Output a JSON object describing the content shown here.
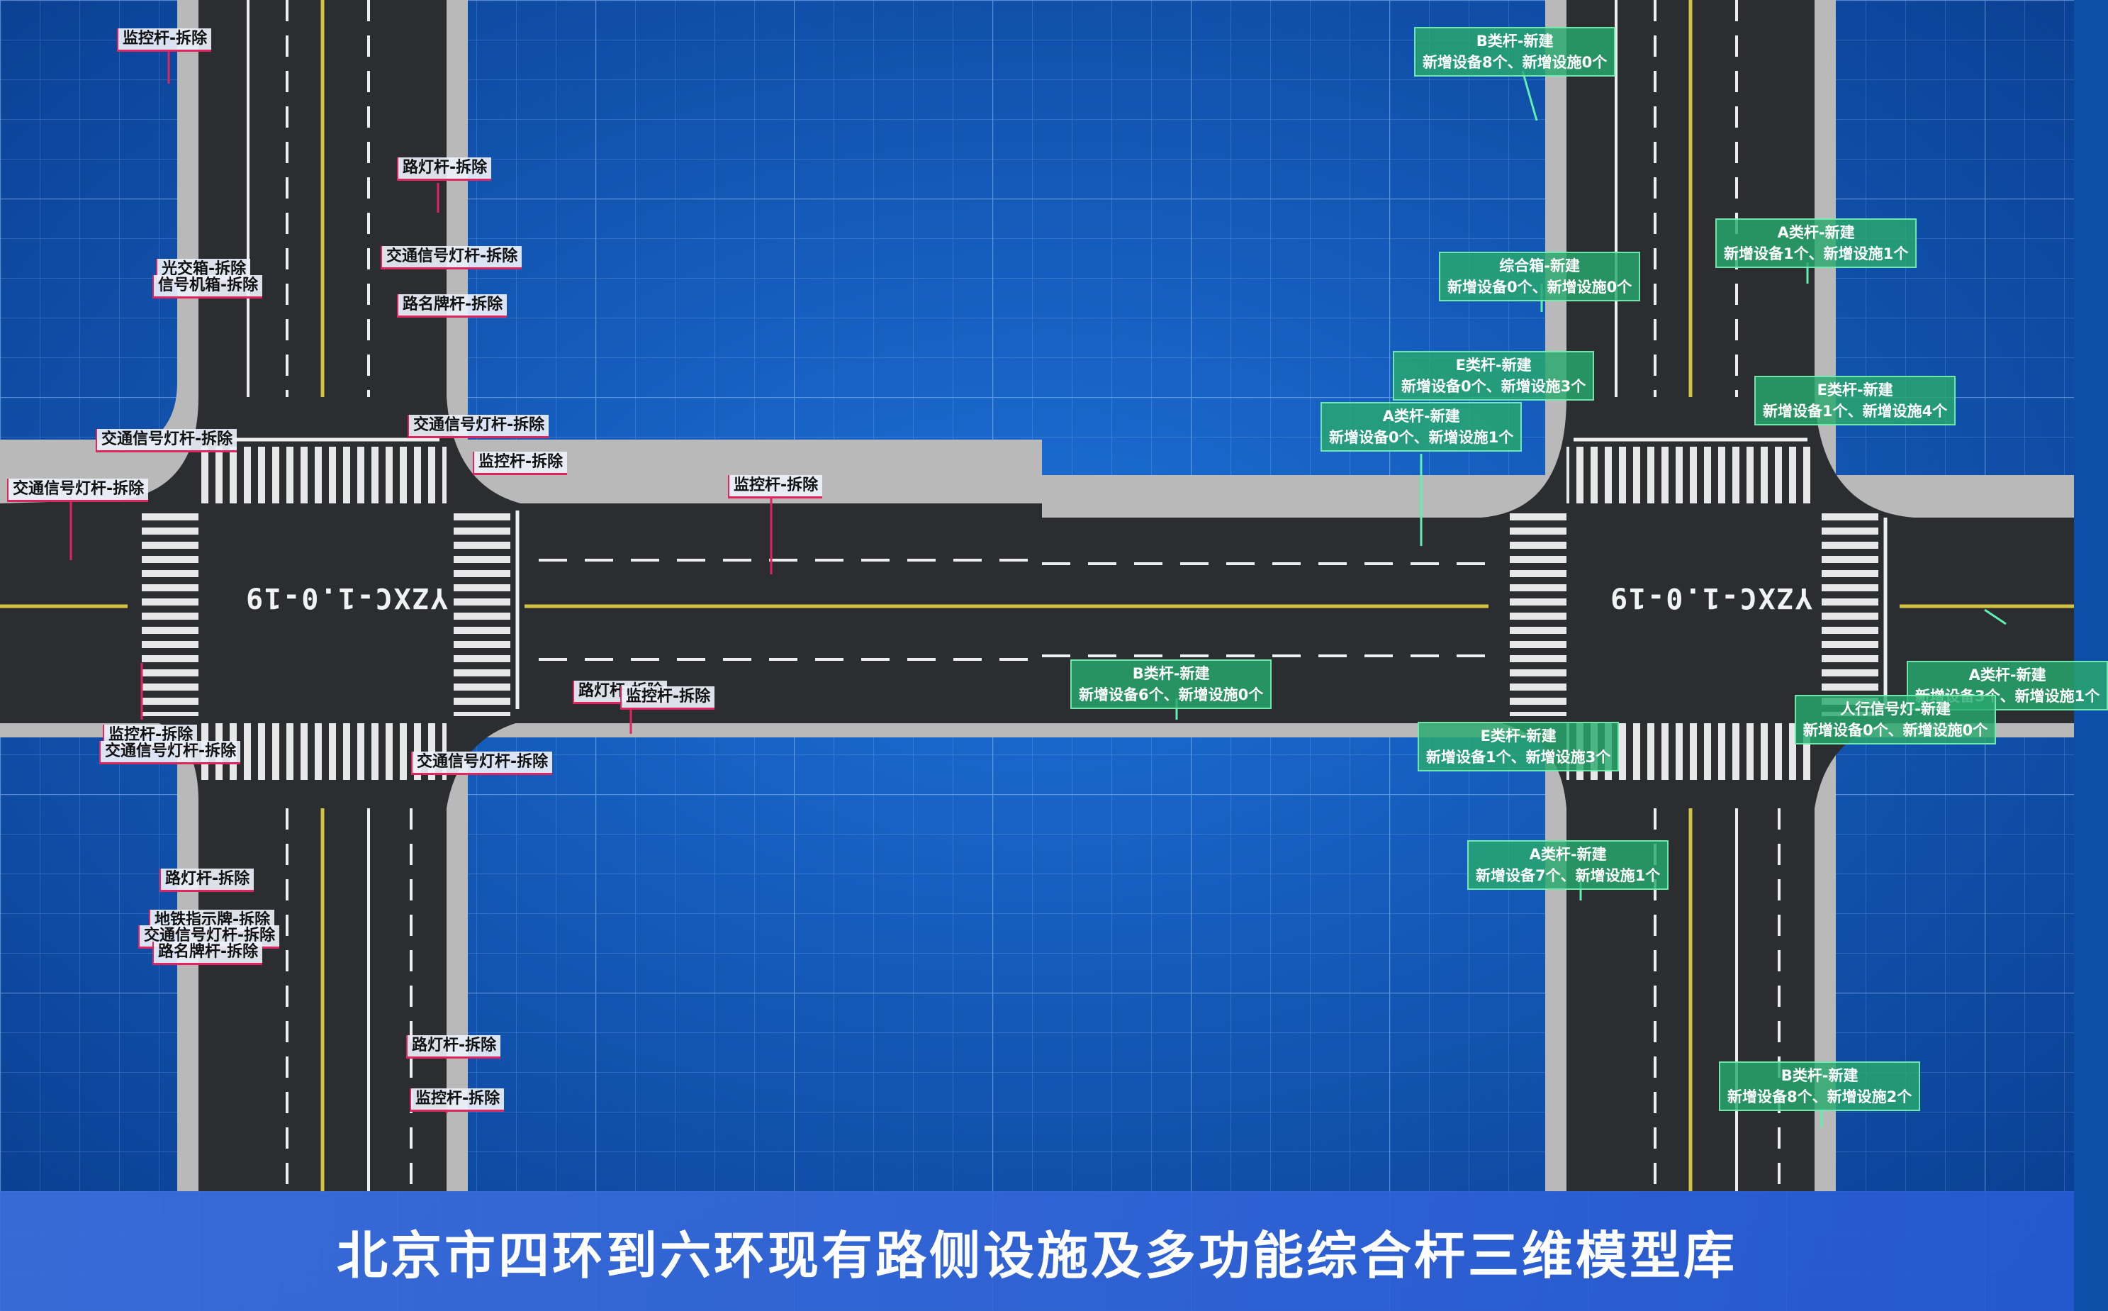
{
  "road_code": "YZXC-1.0-19",
  "banner_title": "北京市四环到六环现有路侧设施及多功能综合杆三维模型库",
  "colors": {
    "background": "#0d4ea8",
    "road": "#2b2d30",
    "sidewalk": "#b9b9b9",
    "remove_accent": "#e0245e",
    "new_label": "#28aa6e"
  },
  "removal_labels": [
    "监控杆-拆除",
    "路灯杆-拆除",
    "交通信号灯杆-拆除",
    "光交箱-拆除",
    "信号机箱-拆除",
    "路名牌杆-拆除",
    "交通信号灯杆-拆除",
    "交通信号灯杆-拆除",
    "监控杆-拆除",
    "交通信号灯杆-拆除",
    "监控杆-拆除",
    "路灯杆-拆除",
    "监控杆-拆除",
    "监控杆-拆除",
    "交通信号灯杆-拆除",
    "交通信号灯杆-拆除",
    "路灯杆-拆除",
    "地铁指示牌-拆除",
    "交通信号灯杆-拆除",
    "路名牌杆-拆除",
    "路灯杆-拆除",
    "监控杆-拆除"
  ],
  "new_labels": [
    {
      "title": "B类杆-新建",
      "detail": "新增设备8个、新增设施0个"
    },
    {
      "title": "A类杆-新建",
      "detail": "新增设备1个、新增设施1个"
    },
    {
      "title": "综合箱-新建",
      "detail": "新增设备0个、新增设施0个"
    },
    {
      "title": "E类杆-新建",
      "detail": "新增设备0个、新增设施3个"
    },
    {
      "title": "E类杆-新建",
      "detail": "新增设备1个、新增设施4个"
    },
    {
      "title": "A类杆-新建",
      "detail": "新增设备0个、新增设施1个"
    },
    {
      "title": "B类杆-新建",
      "detail": "新增设备6个、新增设施0个"
    },
    {
      "title": "A类杆-新建",
      "detail": "新增设备3个、新增设施1个"
    },
    {
      "title": "人行信号灯-新建",
      "detail": "新增设备0个、新增设施0个"
    },
    {
      "title": "E类杆-新建",
      "detail": "新增设备1个、新增设施3个"
    },
    {
      "title": "A类杆-新建",
      "detail": "新增设备7个、新增设施1个"
    },
    {
      "title": "B类杆-新建",
      "detail": "新增设备8个、新增设施2个"
    }
  ]
}
